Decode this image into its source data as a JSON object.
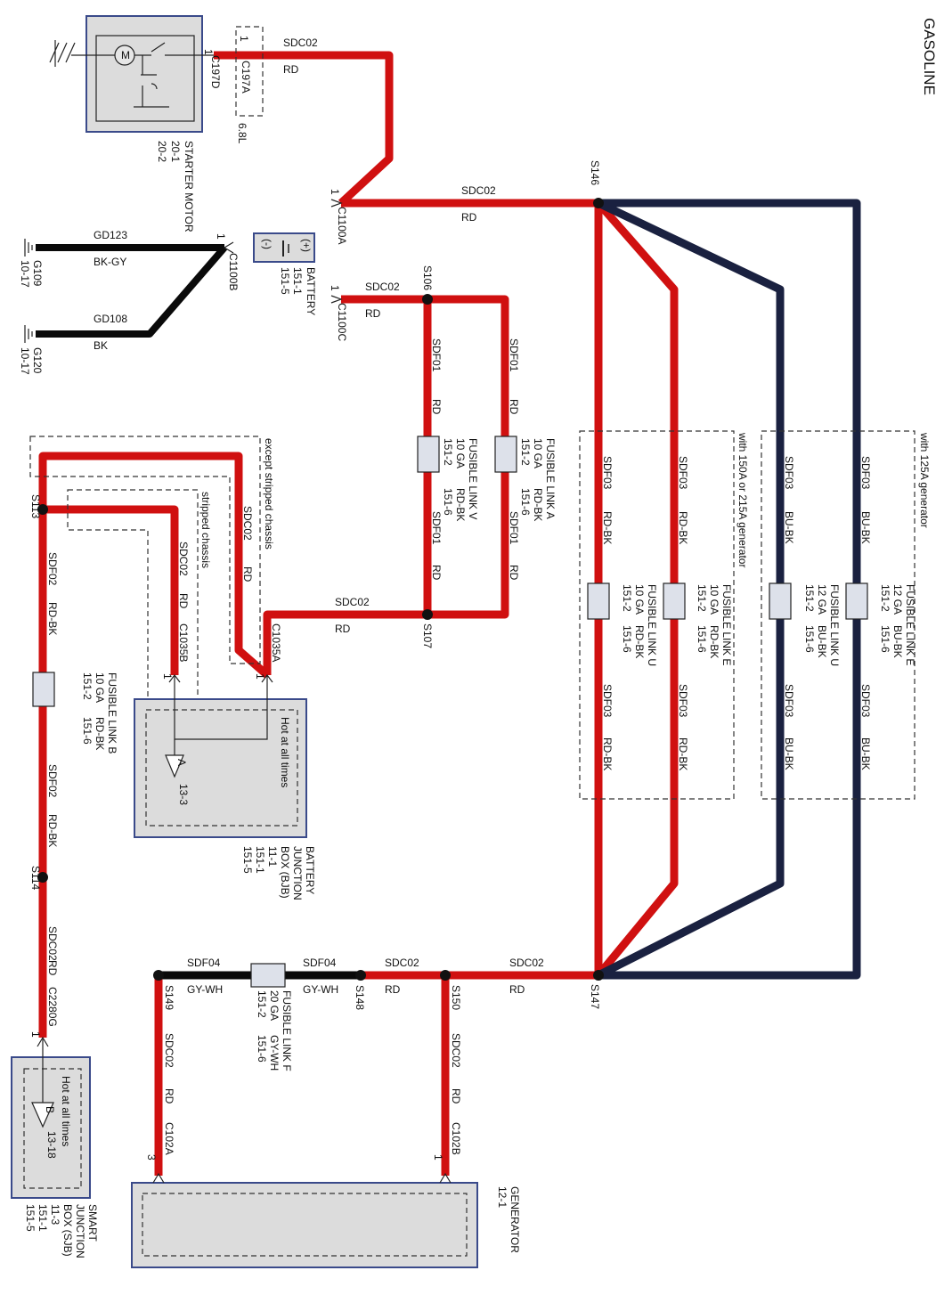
{
  "title": "GASOLINE",
  "components": {
    "starter": {
      "name": "STARTER MOTOR",
      "refs": [
        "20-1",
        "20-2"
      ]
    },
    "battery": {
      "name": "BATTERY",
      "refs": [
        "151-1",
        "151-5"
      ],
      "pos": "(+)",
      "neg": "(-)"
    },
    "bjb": {
      "name": "BATTERY JUNCTION BOX (BJB)",
      "line1": "BATTERY",
      "line2": "JUNCTION",
      "line3": "BOX (BJB)",
      "refs": [
        "11-1",
        "151-1",
        "151-5"
      ],
      "hot": "Hot at all times",
      "tri": "A",
      "tri_ref": "13-3"
    },
    "sjb": {
      "line1": "SMART",
      "line2": "JUNCTION",
      "line3": "BOX (SJB)",
      "refs": [
        "11-3",
        "151-1",
        "151-5"
      ],
      "hot": "Hot at all times",
      "tri": "B",
      "tri_ref": "13-18"
    },
    "generator": {
      "name": "GENERATOR",
      "ref": "12-1"
    }
  },
  "grounds": {
    "g109": {
      "name": "G109",
      "ref": "10-17"
    },
    "g120": {
      "name": "G120",
      "ref": "10-17"
    }
  },
  "connectors": {
    "c197d": "C197D",
    "c197a": "C197A",
    "v68": "6.8L",
    "c1100a": "C1100A",
    "c1100b": "C1100B",
    "c1100c": "C1100C",
    "c1035a": "C1035A",
    "c1035b": "C1035B",
    "c2280g": "C2280G",
    "c102a": "C102A",
    "c102b": "C102B",
    "pin1": "1",
    "pin3": "3"
  },
  "splices": {
    "s106": "S106",
    "s107": "S107",
    "s113": "S113",
    "s114": "S114",
    "s146": "S146",
    "s147": "S147",
    "s148": "S148",
    "s149": "S149",
    "s150": "S150"
  },
  "wires": {
    "sdc02": "SDC02",
    "sdf01": "SDF01",
    "sdf02": "SDF02",
    "sdf03": "SDF03",
    "sdf04": "SDF04",
    "gd123": "GD123",
    "gd108": "GD108",
    "rd": "RD",
    "rdbk": "RD-BK",
    "bubk": "BU-BK",
    "bk": "BK",
    "bkgy": "BK-GY",
    "gywh": "GY-WH"
  },
  "fusible_links": {
    "a": {
      "name": "FUSIBLE LINK A",
      "ga": "10 GA",
      "color": "RD-BK",
      "r1": "151-2",
      "r2": "151-6"
    },
    "v": {
      "name": "FUSIBLE LINK V",
      "ga": "10 GA",
      "color": "RD-BK",
      "r1": "151-2",
      "r2": "151-6"
    },
    "b": {
      "name": "FUSIBLE LINK B",
      "ga": "10 GA",
      "color": "RD-BK",
      "r1": "151-2",
      "r2": "151-6"
    },
    "f": {
      "name": "FUSIBLE LINK F",
      "ga": "20 GA",
      "color": "GY-WH",
      "r1": "151-2",
      "r2": "151-6"
    },
    "u150": {
      "name": "FUSIBLE LINK U",
      "ga": "10 GA",
      "color": "RD-BK",
      "r1": "151-2",
      "r2": "151-6"
    },
    "e150": {
      "name": "FUSIBLE LINK E",
      "ga": "10 GA",
      "color": "RD-BK",
      "r1": "151-2",
      "r2": "151-6"
    },
    "u125": {
      "name": "FUSIBLE LINK U",
      "ga": "12 GA",
      "color": "BU-BK",
      "r1": "151-2",
      "r2": "151-6"
    },
    "e125": {
      "name": "FUSIBLE LINK E",
      "ga": "12 GA",
      "color": "BU-BK",
      "r1": "151-2",
      "r2": "151-6"
    }
  },
  "options": {
    "gen150": "with 150A or 215A generator",
    "gen125": "with 125A generator",
    "except_stripped": "except stripped chassis",
    "stripped": "stripped chassis"
  },
  "colors": {
    "red_wire": "#d01010",
    "black_wire": "#0a0a0a",
    "blue_wire": "#1a2140",
    "box_fill": "#dcdcdc",
    "box_border": "#3a4a8a"
  }
}
